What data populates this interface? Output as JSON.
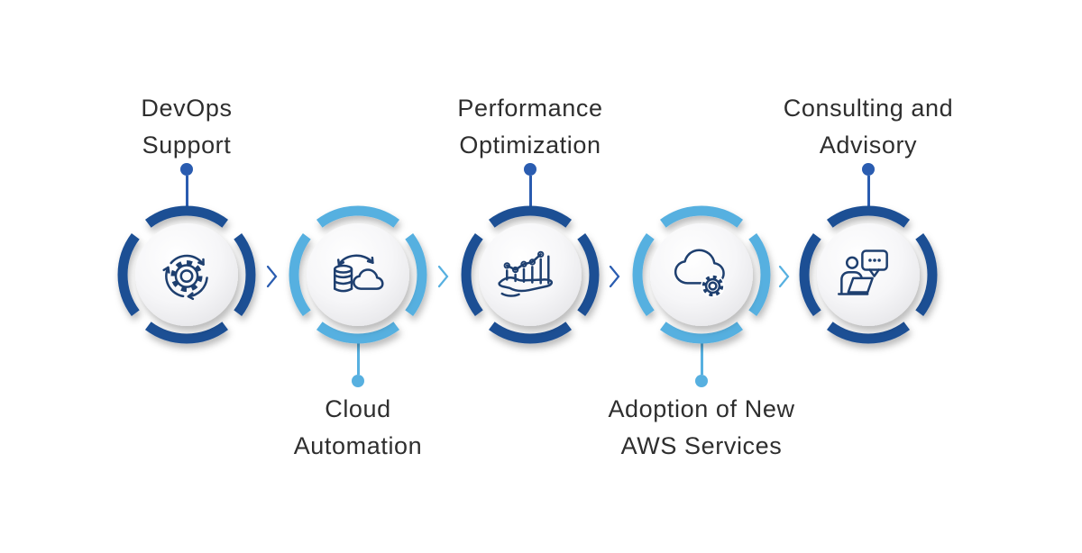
{
  "colors": {
    "dark_blue": "#1e4f94",
    "light_blue": "#57b0e0",
    "connector_blue": "#2a5cb0",
    "icon_navy": "#1e3f6f",
    "text": "#2e2e2e",
    "disc_edge": "#e4e4e7"
  },
  "steps": [
    {
      "label_line1": "DevOps",
      "label_line2": "Support",
      "label_position": "top",
      "theme": "dark",
      "icon": "gear-sync-icon"
    },
    {
      "label_line1": "Cloud",
      "label_line2": "Automation",
      "label_position": "bottom",
      "theme": "light",
      "icon": "database-cloud-icon"
    },
    {
      "label_line1": "Performance",
      "label_line2": "Optimization",
      "label_position": "top",
      "theme": "dark",
      "icon": "hand-chart-icon"
    },
    {
      "label_line1": "Adoption of New",
      "label_line2": "AWS Services",
      "label_position": "bottom",
      "theme": "light",
      "icon": "cloud-gear-icon"
    },
    {
      "label_line1": "Consulting and",
      "label_line2": "Advisory",
      "label_position": "top",
      "theme": "dark",
      "icon": "person-chat-icon"
    }
  ],
  "separators": [
    {
      "theme": "dark"
    },
    {
      "theme": "light"
    },
    {
      "theme": "dark"
    },
    {
      "theme": "light"
    }
  ]
}
